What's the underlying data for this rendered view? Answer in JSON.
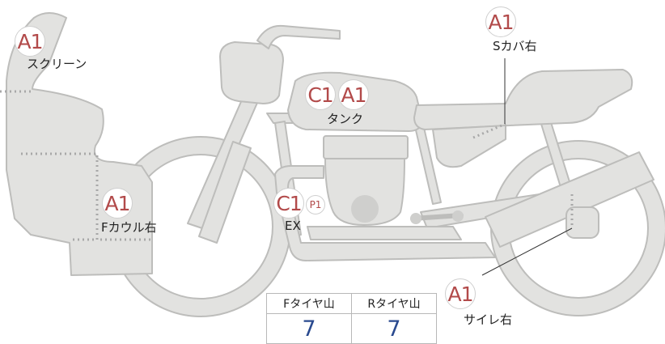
{
  "colors": {
    "body_fill": "#e2e2e0",
    "body_stroke": "#bdbdbb",
    "badge_text": "#b24a4a",
    "value_text": "#2a4a8f",
    "dotted_line": "#a8a8a8"
  },
  "parts": [
    {
      "id": "screen",
      "grade": "A1",
      "label": "スクリーン"
    },
    {
      "id": "tank",
      "grades": [
        "C1",
        "A1"
      ],
      "label": "タンク"
    },
    {
      "id": "s-cover-right",
      "grade": "A1",
      "label": "Sカバ右"
    },
    {
      "id": "f-cowl-right",
      "grade": "A1",
      "label": "Fカウル右"
    },
    {
      "id": "ex",
      "grade": "C1",
      "sub_grade": "P1",
      "label": "EX"
    },
    {
      "id": "silencer-right",
      "grade": "A1",
      "label": "サイレ右"
    }
  ],
  "tires": {
    "front_header": "Fタイヤ山",
    "rear_header": "Rタイヤ山",
    "front_value": "7",
    "rear_value": "7"
  }
}
